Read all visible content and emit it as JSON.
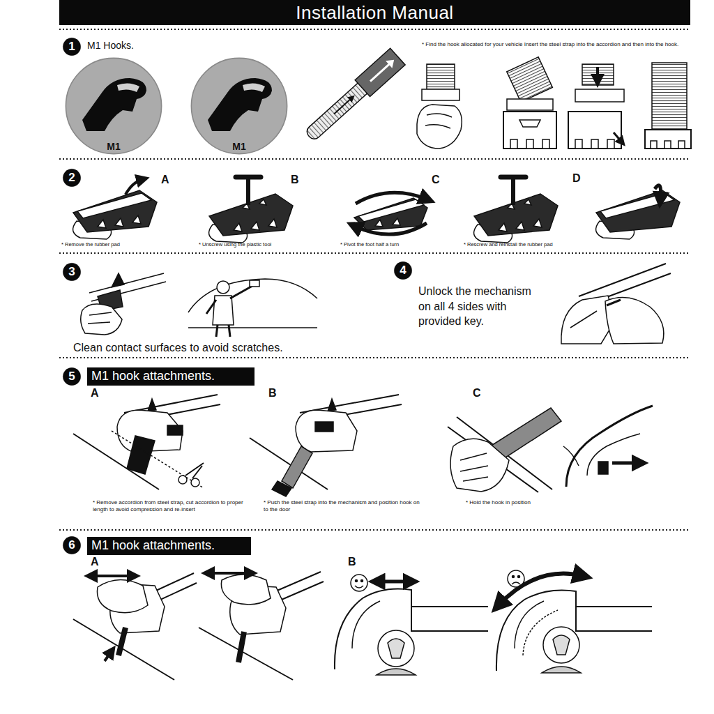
{
  "diagram": {
    "title": "Installation Manual",
    "nodes": [
      {
        "text": [
          "1"
        ]
      },
      {
        "text": [
          "M1"
        ]
      },
      {
        "text": [
          "M1"
        ]
      },
      {
        "text": [
          "2"
        ]
      },
      {
        "text": [
          "3"
        ]
      },
      {
        "text": [
          "4"
        ]
      },
      {
        "text": [
          "5"
        ]
      },
      {
        "text": [
          "M1 hook attachments."
        ]
      },
      {
        "text": [
          "6"
        ]
      },
      {
        "text": [
          "M1 hook attachments."
        ]
      }
    ],
    "labels": [
      "M1 Hooks.",
      "* Find the hook allocated for your vehicle Insert the steel strap into the accordion and then into the hook.",
      "A",
      "B",
      "C",
      "D",
      "* Remove the rubber pad",
      "* Unscrew using the plastic tool",
      "* Pivot the foot half a turn",
      "* Rescrew and reinstall the rubber pad",
      "Clean contact surfaces to avoid scratches.",
      "Unlock the mechanism on all 4 sides with provided key.",
      "A",
      "B",
      "C",
      "* Remove accordion from steel strap, cut accordion to proper length to avoid compression and re-insert",
      "* Push the steel strap into the mechanism and position hook on to the door",
      "* Hold the hook in position",
      "A",
      "B"
    ]
  }
}
